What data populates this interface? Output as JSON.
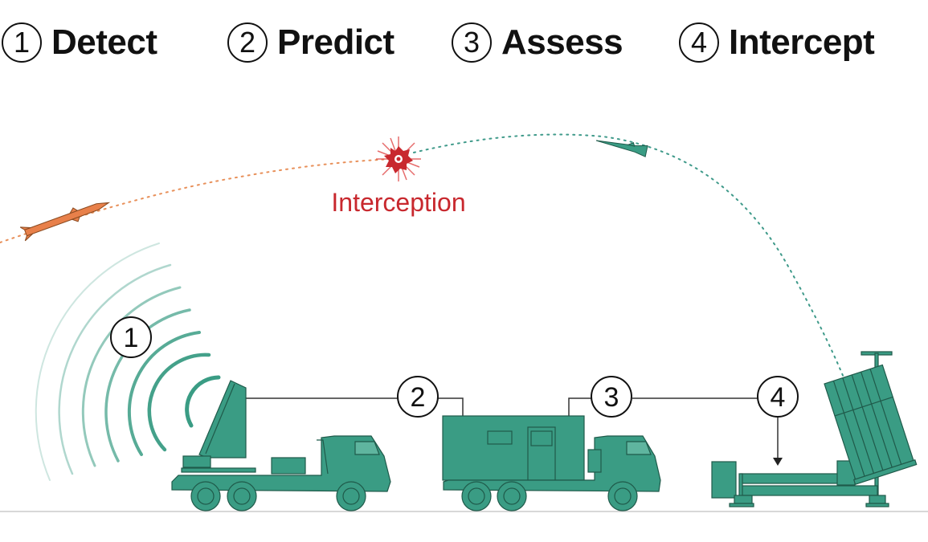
{
  "header": {
    "steps": [
      {
        "number": "1",
        "label": "Detect"
      },
      {
        "number": "2",
        "label": "Predict"
      },
      {
        "number": "3",
        "label": "Assess"
      },
      {
        "number": "4",
        "label": "Intercept"
      }
    ]
  },
  "diagram": {
    "interception_label": "Interception",
    "callouts": [
      "1",
      "2",
      "3",
      "4"
    ],
    "colors": {
      "vehicle": "#3a9c84",
      "vehicle_outline": "#1f5a4a",
      "threat_missile": "#e8804a",
      "interceptor": "#3a9c84",
      "interception": "#c8282e",
      "threat_path": "#e8905a",
      "interceptor_path": "#3f9a8a",
      "connector": "#333333",
      "ground": "#d8d8d8"
    },
    "elements": {
      "radar_truck": "radar",
      "command_vehicle": "battle management and control",
      "launcher": "missile launcher"
    }
  }
}
